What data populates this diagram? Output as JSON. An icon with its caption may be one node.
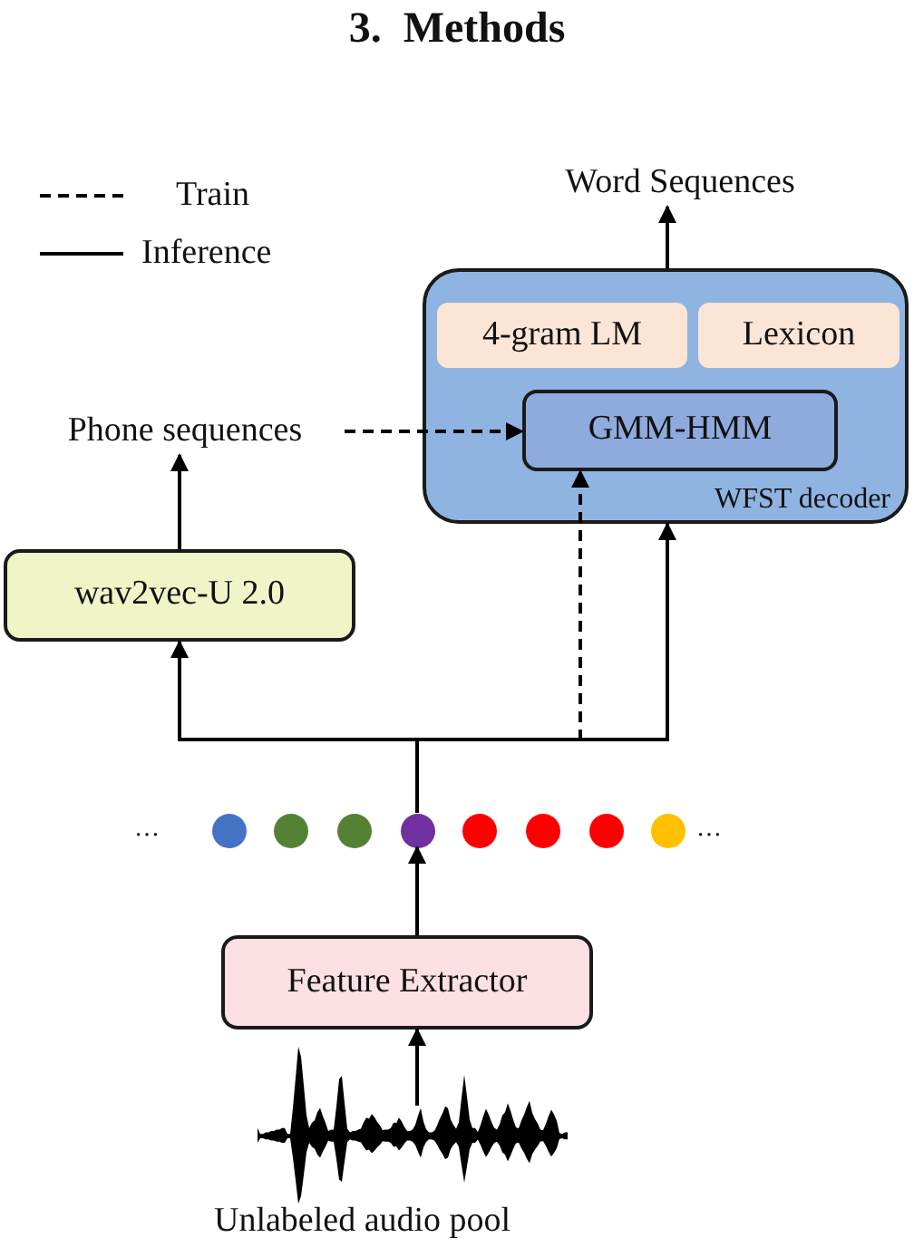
{
  "diagram": {
    "title": "3.  Methods",
    "nodes": [
      {
        "text": [
          "Word Sequences"
        ]
      },
      {
        "text": [
          "WFST decoder"
        ]
      },
      {
        "text": [
          "4-gram LM"
        ],
        "in": 1
      },
      {
        "text": [
          "Lexicon"
        ],
        "in": 1
      },
      {
        "text": [
          "GMM-HMM"
        ],
        "in": 1
      },
      {
        "text": [
          "Phone sequences"
        ]
      },
      {
        "text": [
          "wav2vec-U 2.0"
        ]
      },
      {
        "text": [],
        "shape": "circle"
      },
      {
        "text": [],
        "shape": "circle"
      },
      {
        "text": [],
        "shape": "circle"
      },
      {
        "text": [],
        "shape": "circle"
      },
      {
        "text": [],
        "shape": "circle"
      },
      {
        "text": [],
        "shape": "circle"
      },
      {
        "text": [],
        "shape": "circle"
      },
      {
        "text": [],
        "shape": "circle"
      },
      {
        "text": [
          "Feature Extractor"
        ]
      },
      {
        "text": [],
        "shape": "picture",
        "beside": [
          "Unlabeled audio pool"
        ]
      }
    ],
    "edges": [
      {
        "from": 6,
        "to": 5,
        "arrow": "to"
      },
      {
        "from": 5,
        "to": 4,
        "arrow": "to",
        "style": "dashed"
      },
      {
        "from": 1,
        "to": 0,
        "arrow": "to"
      },
      {
        "from": 10,
        "to": 6,
        "arrow": "to"
      },
      {
        "from": 10,
        "to": 4,
        "arrow": "to",
        "style": "dashed"
      },
      {
        "from": 10,
        "to": 1,
        "arrow": "to"
      },
      {
        "from": 15,
        "to": 10,
        "arrow": "to"
      },
      {
        "from": 16,
        "to": 15,
        "arrow": "to"
      }
    ],
    "labels": [
      "…",
      "…"
    ],
    "legend": [
      {
        "text": "Train"
      },
      {
        "text": "Inference"
      }
    ]
  }
}
